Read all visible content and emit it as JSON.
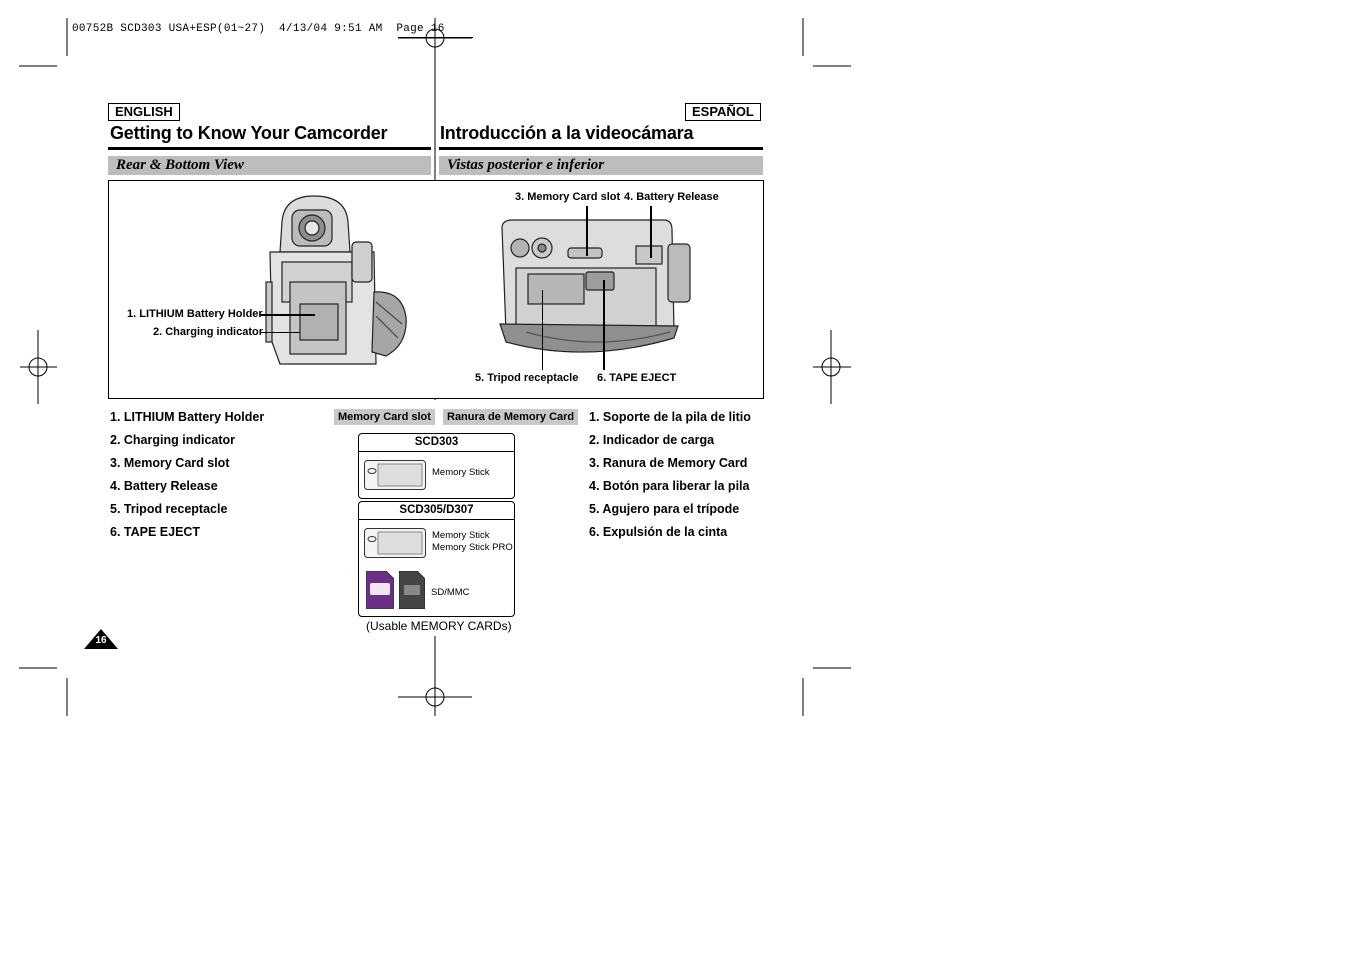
{
  "print_header": "00752B SCD303 USA+ESP(01~27)  4/13/04 9:51 AM  Page 16",
  "english": {
    "badge": "ENGLISH",
    "title": "Getting to Know Your Camcorder",
    "section": "Rear & Bottom View",
    "items": [
      "1.  LITHIUM Battery Holder",
      "2.  Charging indicator",
      "3.  Memory Card slot",
      "4.  Battery Release",
      "5.  Tripod receptacle",
      "6.  TAPE EJECT"
    ],
    "card_tag": "Memory Card slot"
  },
  "spanish": {
    "badge": "ESPAÑOL",
    "title": "Introducción a la videocámara",
    "section": "Vistas posterior e inferior",
    "items": [
      "1.  Soporte de la pila de litio",
      "2.  Indicador de carga",
      "3.  Ranura de Memory Card",
      "4.  Botón para liberar la pila",
      "5.  Agujero para el trípode",
      "6.  Expulsión de la cinta"
    ],
    "card_tag": "Ranura de Memory Card"
  },
  "callouts": {
    "c1": "1. LITHIUM Battery Holder",
    "c2": "2. Charging indicator",
    "c3": "3. Memory Card slot",
    "c4": "4. Battery Release",
    "c5": "5. Tripod receptacle",
    "c6": "6. TAPE EJECT"
  },
  "cards": {
    "box1_title": "SCD303",
    "box1_label": "Memory Stick",
    "box2_title": "SCD305/D307",
    "box2_label1": "Memory Stick",
    "box2_label2": "Memory Stick PRO",
    "box2_label3": "SD/MMC",
    "caption": "(Usable MEMORY CARDs)"
  },
  "page_number": "16"
}
